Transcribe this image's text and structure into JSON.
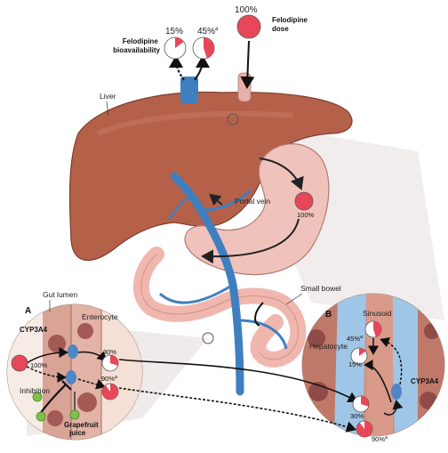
{
  "labels": {
    "top_pct_left": "15%",
    "top_pct_mid": "45%",
    "top_pct_mid_sup": "a",
    "top_pct_right": "100%",
    "bioavailability": "Felodipine\nbioavailability",
    "dose": "Felodipine\ndose",
    "liver": "Liver",
    "portal_vein": "Portal vein",
    "stomach_pct": "100%",
    "small_bowel": "Small bowel",
    "gut_lumen": "Gut lumen",
    "panel_a": "A",
    "panel_b": "B",
    "enterocyte": "Enterocyte",
    "cyp3a4_a": "CYP3A4",
    "a_pct_in": "100%",
    "a_pct_30": "30%",
    "a_pct_90": "90%",
    "a_pct_90_sup": "a",
    "inhibition": "Inhibition",
    "grapefruit_juice": "Grapefruit\njuice",
    "sinusoid": "Sinusoid",
    "hepatocyte": "Hepatocyte",
    "cyp3a4_b": "CYP3A4",
    "b_pct_45": "45%",
    "b_pct_45_sup": "a",
    "b_pct_15": "15%",
    "b_pct_30": "30%",
    "b_pct_90": "90%",
    "b_pct_90_sup": "a"
  },
  "pie_fractions": {
    "top_left": 0.15,
    "top_mid": 0.45,
    "top_right": 1.0,
    "stomach": 1.0,
    "a_in": 1.0,
    "a_30": 0.3,
    "a_90": 0.9,
    "b_45": 0.45,
    "b_15": 0.15,
    "b_30": 0.3,
    "b_90": 0.9
  },
  "colors": {
    "drug_red": "#e8475a",
    "liver": "#b5614a",
    "stomach": "#f0c2bc",
    "vein_blue": "#3f7fc0",
    "enzyme_blue": "#4f86c6",
    "grapefruit_green": "#7fc24a",
    "tissue_panel": "#f4e0d6",
    "sinusoid_blue": "#9fc6e6"
  }
}
